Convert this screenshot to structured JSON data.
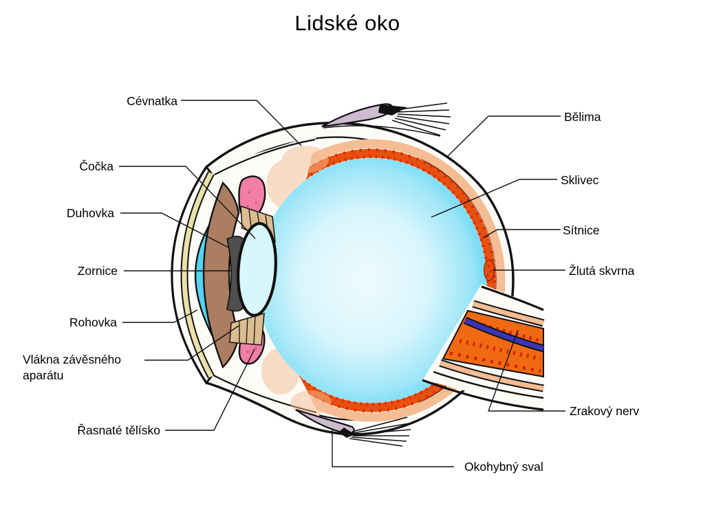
{
  "title": "Lidské oko",
  "labels": {
    "cevnatka": "Cévnatka",
    "cocka": "Čočka",
    "duhovka": "Duhovka",
    "zornice": "Zornice",
    "rohovka": "Rohovka",
    "vlakna": "Vlákna závěsného aparátu",
    "rasnate": "Řasnaté tělísko",
    "belima": "Bělima",
    "sklivec": "Sklivec",
    "sitnice": "Sítnice",
    "zluta": "Žlutá skvrna",
    "zrakovy": "Zrakový nerv",
    "okohybny": "Okohybný sval"
  },
  "colors": {
    "vitreous_center": "#eefbff",
    "vitreous_edge": "#3bcdf1",
    "retina": "#e8500f",
    "retina_speckle": "#d42600",
    "choroid": "#f5bd93",
    "sclera": "#fcfbf8",
    "cornea_band": "#ece0a9",
    "anterior_chamber": "#54d4f2",
    "iris": "#ab7d61",
    "pupil": "#4f4f4f",
    "lens": "#d6f7fb",
    "ciliary_body": "#f17ea6",
    "zonule": "#dcbd90",
    "muscle": "#cdbcd0",
    "nerve_core": "#ef6a12",
    "nerve_vessel": "#3a35b5",
    "outline": "#111111"
  }
}
